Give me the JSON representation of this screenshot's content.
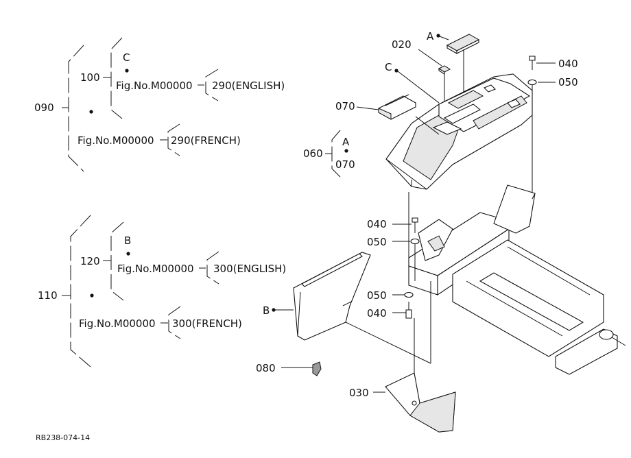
{
  "callouts": {
    "c090": "090",
    "c100": "100",
    "c110": "110",
    "c120": "120",
    "c020": "020",
    "c070a": "070",
    "c070b": "070",
    "c060": "060",
    "c040a": "040",
    "c040b": "040",
    "c040c": "040",
    "c050a": "050",
    "c050b": "050",
    "c050c": "050",
    "c080": "080",
    "c030": "030"
  },
  "refs": {
    "c_top": "C",
    "c_console": "C",
    "a_top": "A",
    "a_group": "A",
    "b_top": "B",
    "b_panel": "B"
  },
  "figrefs": {
    "fig_c_en": "Fig.No.M00000",
    "fig_c_fr": "Fig.No.M00000",
    "fig_b_en": "Fig.No.M00000",
    "fig_b_fr": "Fig.No.M00000"
  },
  "notes": {
    "n290en": "290(ENGLISH)",
    "n290fr": "290(FRENCH)",
    "n300en": "300(ENGLISH)",
    "n300fr": "300(FRENCH)"
  },
  "drawing_id": "RB238-074-14"
}
